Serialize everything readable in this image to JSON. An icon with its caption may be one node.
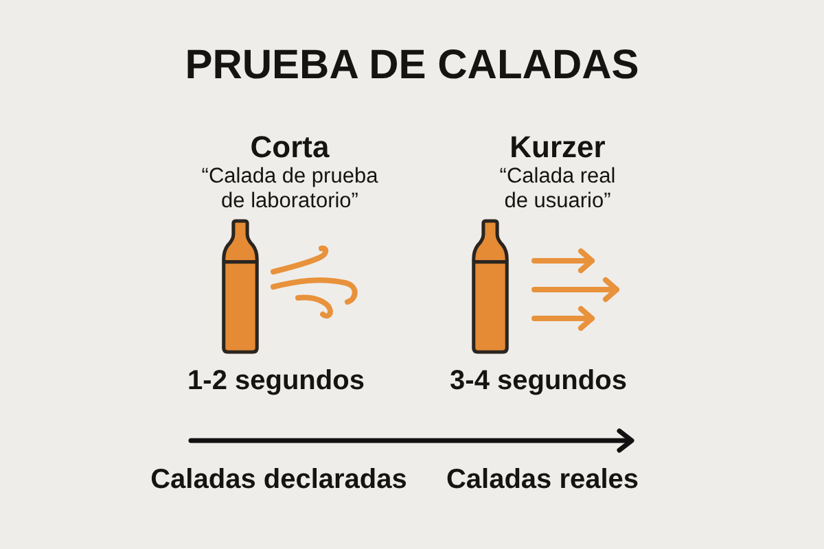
{
  "diagram": {
    "title": "PRUEBA DE CALADAS",
    "labels": [
      "Corta",
      "Kurzer",
      "“Calada de prueba de laboratorio”",
      "“Calada real de usuario”",
      "1-2 segundos",
      "3-4 segundos",
      "Caladas declaradas",
      "Caladas reales"
    ]
  }
}
